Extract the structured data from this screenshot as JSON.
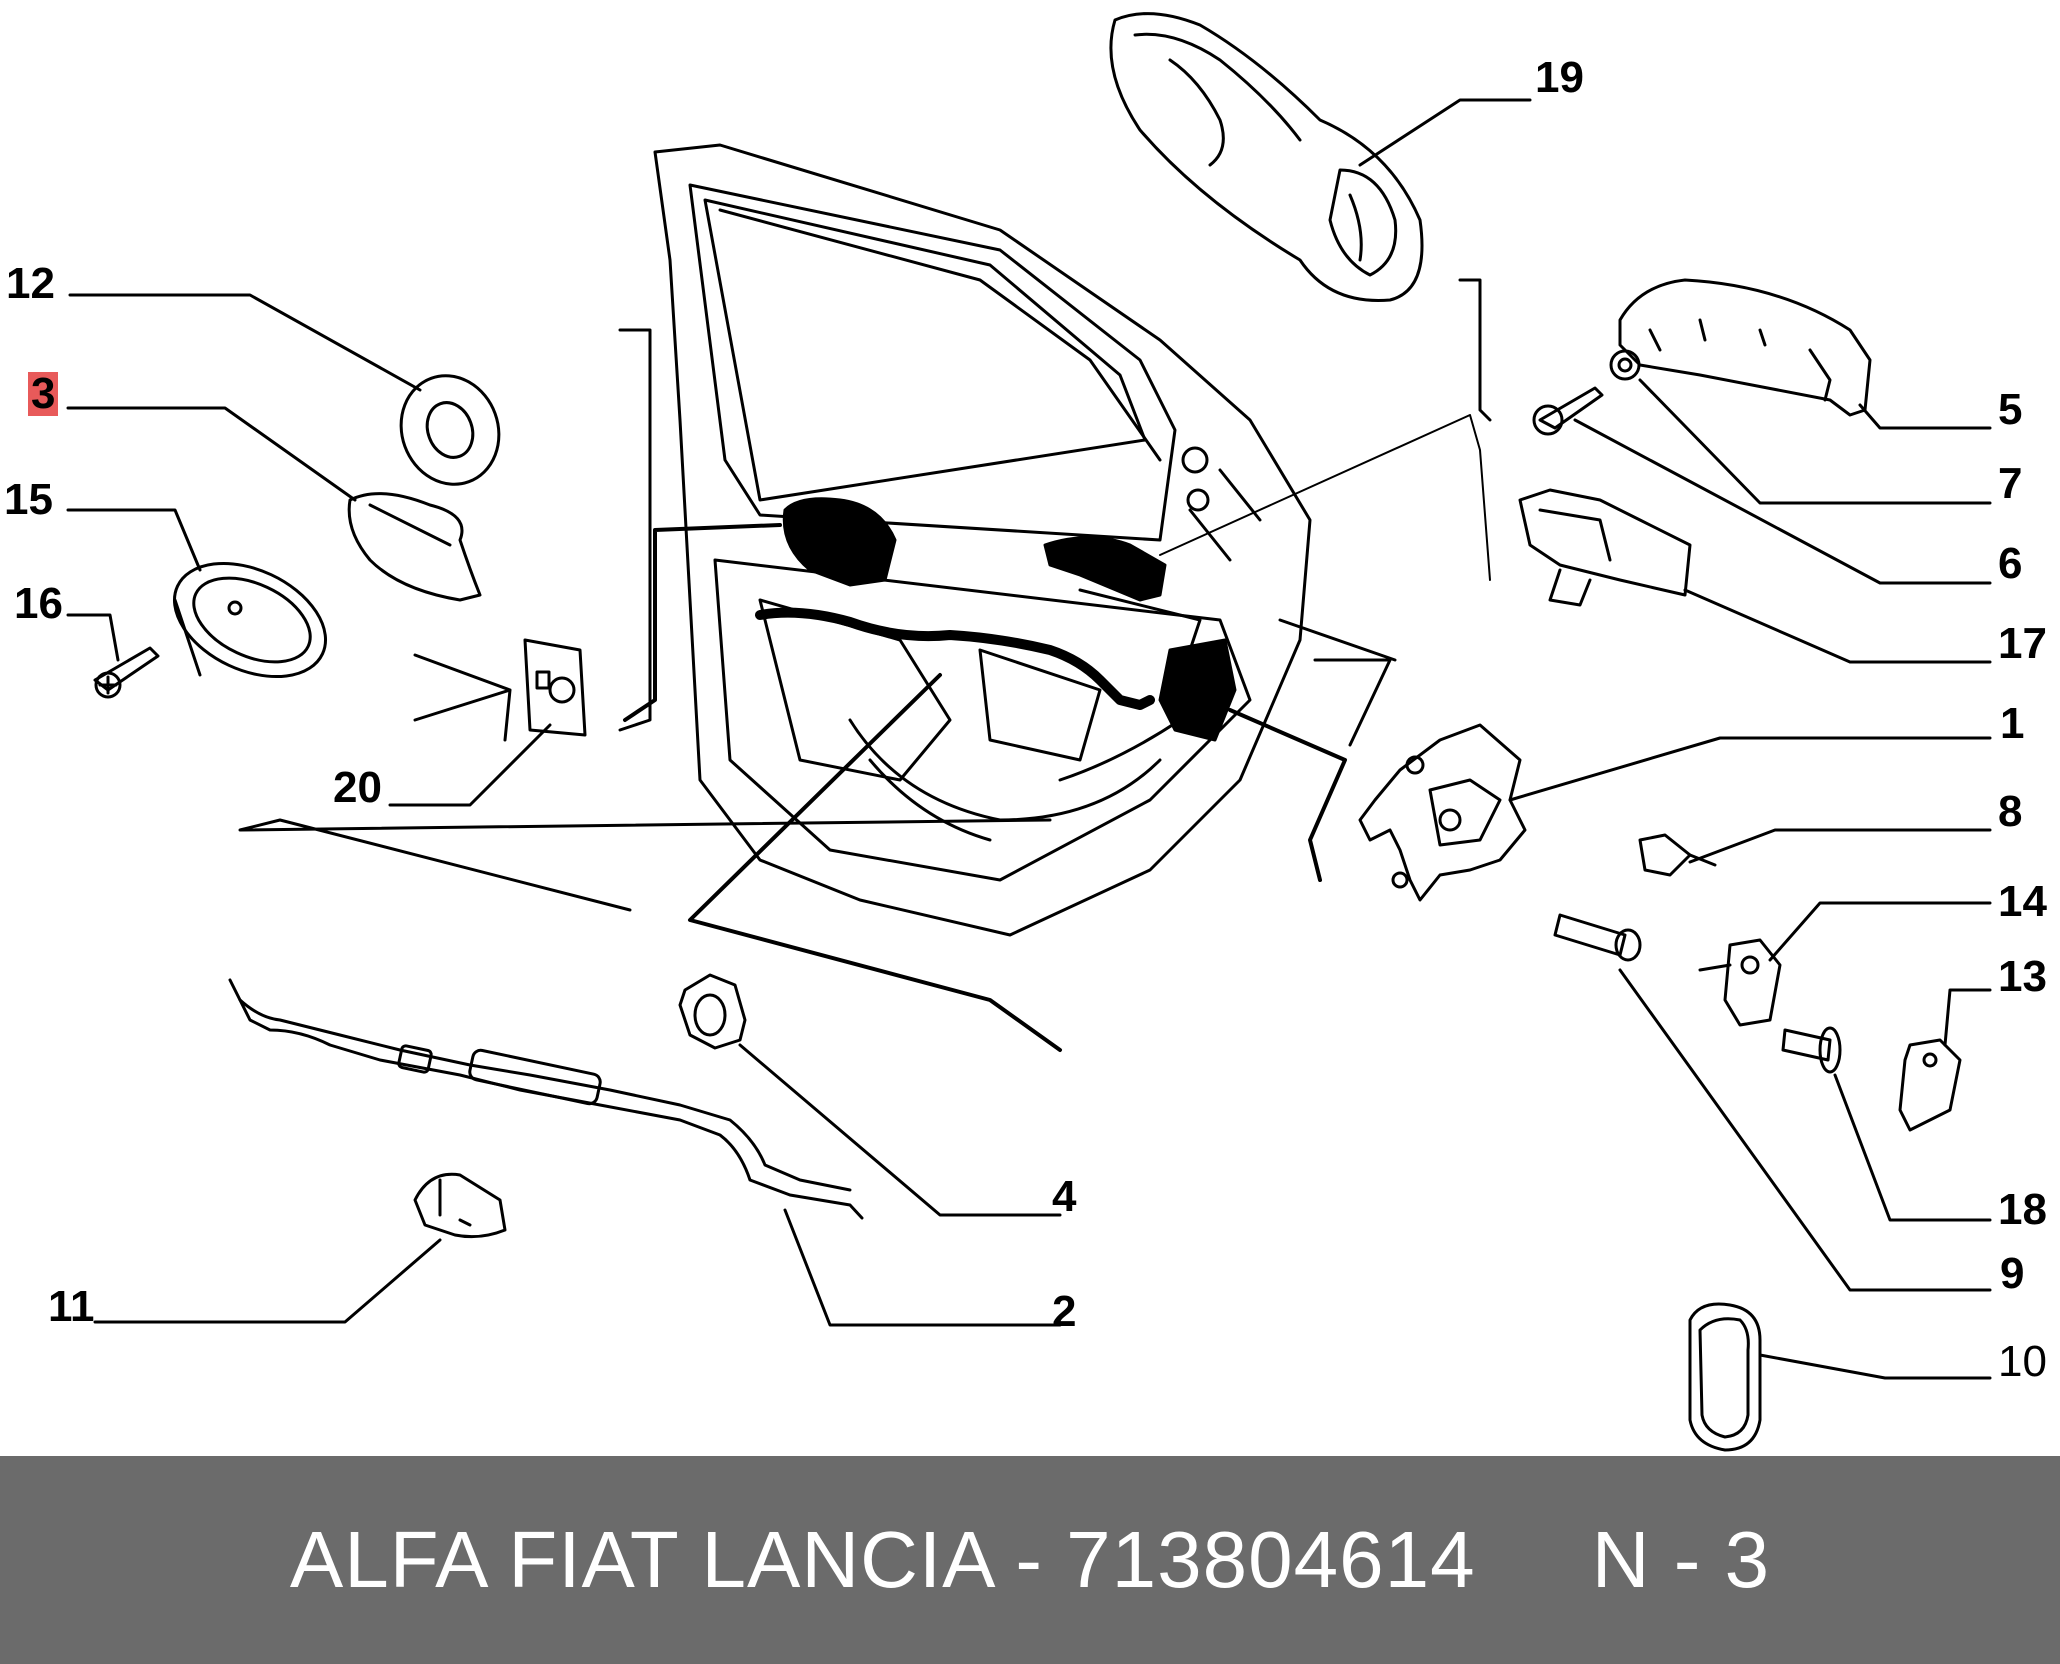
{
  "footer": {
    "text": "ALFA FIAT LANCIA - 713804614     N - 3"
  },
  "highlight_color": "#e85a5a",
  "footer_color": "#6b6b6b",
  "callouts": {
    "c19": "19",
    "c12": "12",
    "c3": "3",
    "c15": "15",
    "c16": "16",
    "c20": "20",
    "c5": "5",
    "c7": "7",
    "c6": "6",
    "c17": "17",
    "c1": "1",
    "c8": "8",
    "c14": "14",
    "c13": "13",
    "c18": "18",
    "c9": "9",
    "c10": "10",
    "c4": "4",
    "c2": "2",
    "c11": "11"
  }
}
